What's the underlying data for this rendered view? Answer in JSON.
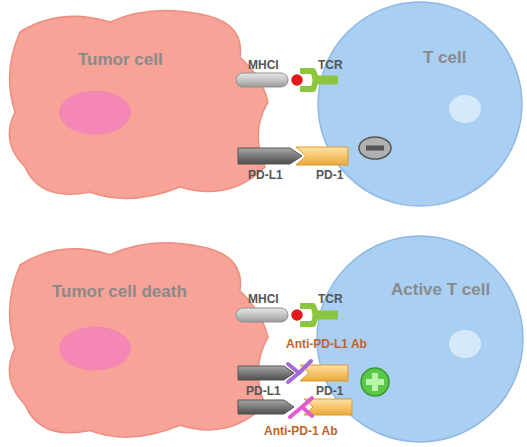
{
  "diagram": {
    "nodes": [
      {
        "text": [
          "Tumor cell"
        ]
      },
      {
        "text": [
          "T cell"
        ]
      },
      {
        "text": [
          "Tumor cell death"
        ]
      },
      {
        "text": [
          "Active T cell"
        ]
      }
    ],
    "labels": [
      "MHCI",
      "TCR",
      "PD-L1",
      "PD-1",
      "MHCI",
      "TCR",
      "Anti-PD-L1 Ab",
      "PD-L1",
      "PD-1",
      "Anti-PD-1 Ab"
    ]
  }
}
